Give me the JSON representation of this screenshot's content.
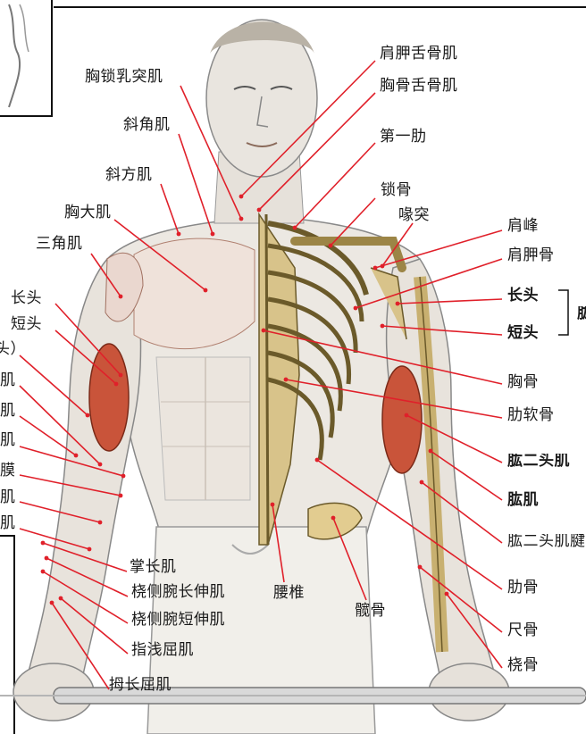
{
  "labels": {
    "jianjia_shegu": "肩胛舌骨肌",
    "xionggu_shegu": "胸骨舌骨肌",
    "di_yi_lei": "第一肋",
    "suogu": "锁骨",
    "huitu": "喙突",
    "jianfeng": "肩峰",
    "jianjiagu": "肩胛骨",
    "changtou": "长头",
    "duantou": "短头",
    "brace_cut": "肱",
    "xionggu_bone": "胸骨",
    "leiruangu": "肋软骨",
    "gongertouji": "肱二头肌",
    "gongji": "肱肌",
    "gongertouji_jiantou": "肱二头肌腱",
    "leigu": "肋骨",
    "chigu": "尺骨",
    "raogu": "桡骨",
    "xiongsuorutuji": "胸锁乳突肌",
    "xiejiaoji": "斜角肌",
    "xiefangji": "斜方肌",
    "xiongdaji": "胸大肌",
    "sanjiaoji": "三角肌",
    "left_changtou": "长头",
    "left_duantou": "短头",
    "left_tou": "头）",
    "left_ji1": "肌",
    "left_ji2": "肌",
    "left_ji3": "肌",
    "left_mo": "膜",
    "left_ji4": "肌",
    "left_ji5": "肌",
    "zhangchangji": "掌长肌",
    "raoce_wanchang": "桡侧腕长伸肌",
    "raoce_wanduan": "桡侧腕短伸肌",
    "zhiqianquji": "指浅屈肌",
    "muchangquji": "拇长屈肌",
    "yaozhui": "腰椎",
    "kuangu": "髋骨"
  },
  "colors": {
    "leader_line": "#e0202a",
    "text": "#1a1a1a",
    "bone": "#d8c38a",
    "muscle": "#c9543a",
    "skin": "#e6e2dc"
  }
}
